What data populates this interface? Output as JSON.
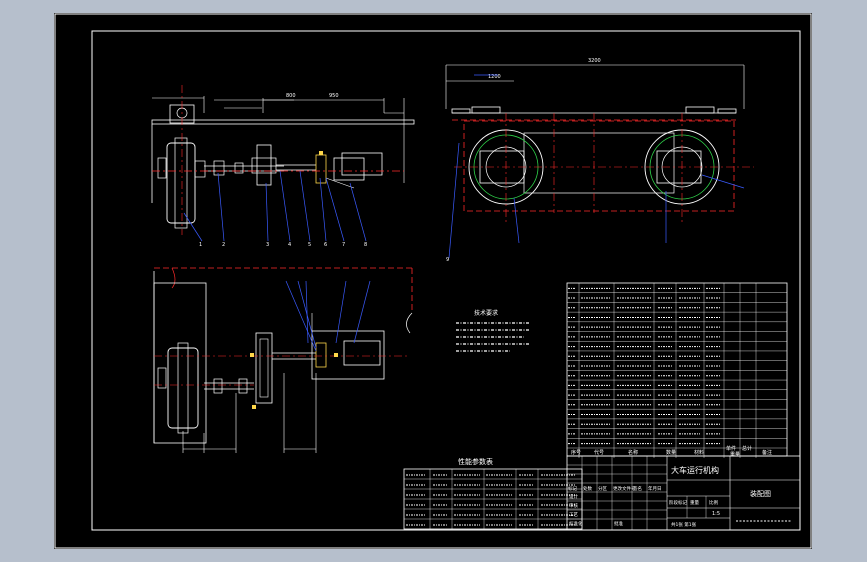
{
  "title_block": {
    "title": "大车运行机构",
    "drawing_type": "装配图",
    "scale": "1:5",
    "sheet_info": "共1张  第1张",
    "material_header": [
      "序号",
      "代号",
      "名称",
      "数量",
      "材料",
      "单件",
      "总计",
      "重量",
      "备注"
    ],
    "revision_header": [
      "标记",
      "处数",
      "分区",
      "更改文件号",
      "签名",
      "年月日"
    ],
    "role_labels": [
      "设计",
      "审核",
      "工艺",
      "标准化",
      "批准"
    ],
    "stage_labels": [
      "阶段标记",
      "重量",
      "比例"
    ]
  },
  "notes": {
    "heading": "技术要求"
  },
  "performance_table": {
    "heading": "性能参数表"
  },
  "parts_list": {
    "rows": 17
  },
  "balloons": [
    "1",
    "2",
    "3",
    "4",
    "5",
    "6",
    "7",
    "8",
    "9"
  ],
  "colors": {
    "background": "#b6bfcc",
    "sheet": "#000000",
    "frame": "#ffffff",
    "outline": "#ffffff",
    "hidden_lines": "#ff2a2a",
    "leaders": "#3a5bff",
    "green": "#2fd24a",
    "cyan": "#22e5e5",
    "yellow": "#ffd84a",
    "magenta": "#ff55ff"
  }
}
